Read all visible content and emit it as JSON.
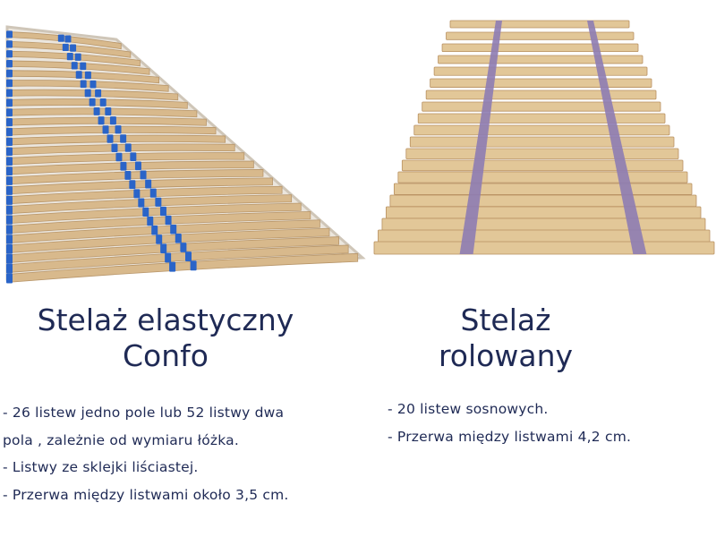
{
  "left": {
    "title_line1": "Stelaż elastyczny",
    "title_line2": "Confo",
    "specs": [
      "- 26 listew jedno pole lub 52 listwy dwa",
      "pola , zależnie od wymiaru łóżka.",
      "- Listwy ze sklejki liściastej.",
      "- Przerwa między listwami około 3,5 cm."
    ],
    "colors": {
      "slat": "#d8b98c",
      "slat_edge": "#b8966a",
      "clip": "#2a64c8",
      "frame": "#cfc6b8"
    }
  },
  "right": {
    "title_line1": "Stelaż",
    "title_line2": "rolowany",
    "specs": [
      "- 20 listew sosnowych.",
      "- Przerwa między listwami 4,2 cm."
    ],
    "colors": {
      "slat": "#e2c798",
      "slat_edge": "#b89060",
      "strap": "#8e7cb2"
    }
  },
  "text_color": "#1f2a55"
}
